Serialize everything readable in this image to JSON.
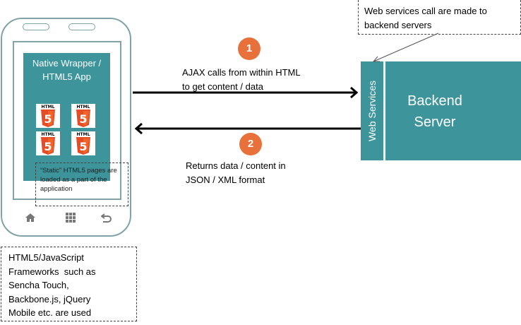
{
  "phone": {
    "app_title_line1": "Native Wrapper /",
    "app_title_line2": "HTML5 App",
    "html5_badge_label": "HTML",
    "html5_badge_number": "5",
    "nav_icons": [
      "home-icon",
      "apps-grid-icon",
      "back-icon"
    ]
  },
  "notes": {
    "static_pages": "“Static” HTML5 pages are loaded as a part of the application",
    "web_services": [
      "Web services call are made to",
      "backend servers"
    ],
    "frameworks": [
      "HTML5/JavaScript",
      "Frameworks  such as",
      "Sencha Touch,",
      "Backbone.js, jQuery",
      "Mobile etc. are used"
    ]
  },
  "steps": [
    {
      "number": "1",
      "lines": [
        "AJAX calls from within HTML",
        "to get content / data"
      ],
      "direction": "request"
    },
    {
      "number": "2",
      "lines": [
        "Returns data / content in",
        "JSON / XML format"
      ],
      "direction": "response"
    }
  ],
  "backend": {
    "web_services_label": "Web Services",
    "server_line1": "Backend",
    "server_line2": "Server"
  },
  "colors": {
    "teal": "#3e949b",
    "phone_outline": "#7fa3a6",
    "badge_orange": "#e8703a",
    "html5_orange": "#e44d26"
  }
}
